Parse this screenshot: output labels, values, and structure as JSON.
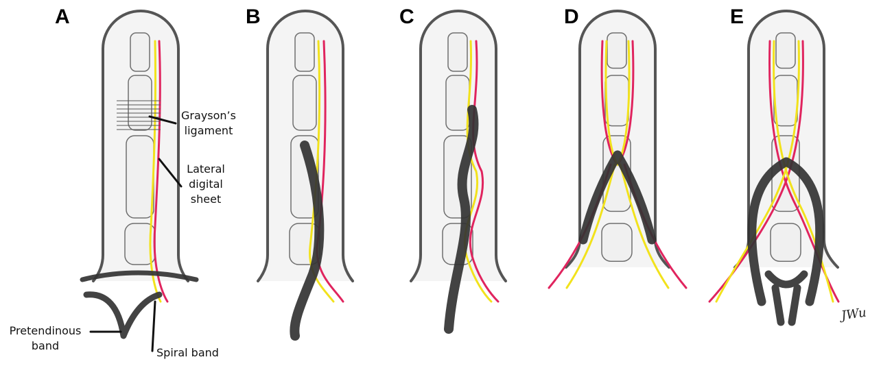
{
  "panels": [
    "A",
    "B",
    "C",
    "D",
    "E"
  ],
  "labels": {
    "graysons_line1": "Grayson’s",
    "graysons_line2": "ligament",
    "lateral_line1": "Lateral",
    "lateral_line2": "digital",
    "lateral_line3": "sheet",
    "pretendinous_line1": "Pretendinous",
    "pretendinous_line2": "band",
    "spiral": "Spiral band"
  },
  "signature": "JWu",
  "colors": {
    "outline": "#555555",
    "cord": "#333333",
    "nerve": "#f2e21c",
    "artery": "#e0245e",
    "bone_fill": "#f0f0f0",
    "bone_stroke": "#6e6e6e",
    "skin_fill": "#f4f4f4"
  }
}
